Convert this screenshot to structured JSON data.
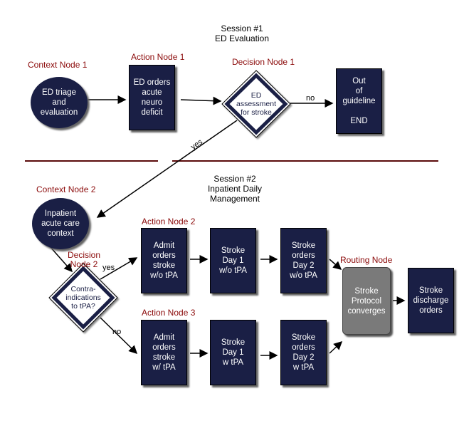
{
  "sessions": [
    {
      "title": "Session #1\nED Evaluation"
    },
    {
      "title": "Session #2\nInpatient Daily\nManagement"
    }
  ],
  "nodes": {
    "context1": {
      "label": "Context Node 1",
      "text": "ED triage\nand\nevaluation"
    },
    "action1": {
      "label": "Action Node 1",
      "text": "ED orders\nacute\nneuro\ndeficit"
    },
    "decision1": {
      "label": "Decision Node 1",
      "text": "ED\nassessment\nfor stroke"
    },
    "out_of_guideline": {
      "text": "Out\nof\nguideline\n\nEND"
    },
    "context2": {
      "label": "Context Node 2",
      "text": "Inpatient\nacute care\ncontext"
    },
    "decision2": {
      "label": "Decision\nNode 2",
      "text": "Contra-\nindications\nto tPA?"
    },
    "action2": {
      "label": "Action Node 2",
      "text": "Admit\norders\nstroke\nw/o tPA"
    },
    "day1_no_tpa": {
      "text": "Stroke\nDay 1\nw/o tPA"
    },
    "day2_no_tpa": {
      "text": "Stroke\norders\nDay 2\nw/o tPA"
    },
    "action3": {
      "label": "Action Node 3",
      "text": "Admit\norders\nstroke\nw/ tPA"
    },
    "day1_tpa": {
      "text": "Stroke\nDay 1\nw tPA"
    },
    "day2_tpa": {
      "text": "Stroke\norders\nDay 2\nw tPA"
    },
    "routing": {
      "label": "Routing Node",
      "text": "Stroke\nProtocol\nconverges"
    },
    "discharge": {
      "text": "Stroke\ndischarge\norders"
    }
  },
  "edge_labels": {
    "no_top": "no",
    "yes_top": "yes",
    "yes_bottom": "yes",
    "no_bottom": "no"
  },
  "colors": {
    "node_fill": "#1a1f45",
    "label_red": "#8b0a0a",
    "routing_fill": "#7a7a7a"
  }
}
